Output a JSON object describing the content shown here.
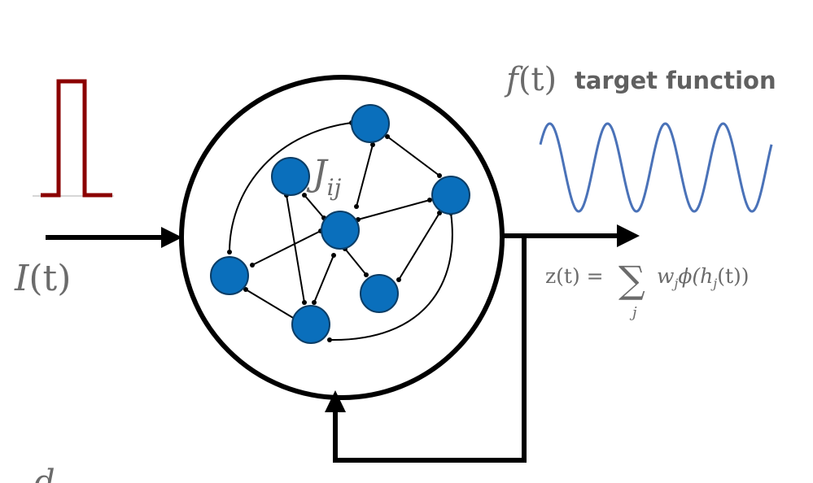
{
  "input": {
    "symbol": "I",
    "arg": "(t)"
  },
  "target": {
    "symbol": "f",
    "arg": "(t)",
    "caption": "target function"
  },
  "weights": {
    "symbol": "J",
    "subscript": "ij"
  },
  "readout": {
    "lhs": "z(t) = ",
    "sum": "∑",
    "sum_index": "j",
    "term_w": "w",
    "term_w_sub": "j",
    "term_phi": "ϕ(h",
    "term_h_sub": "j",
    "term_tail": "(t))"
  },
  "corner": {
    "glyph": "d"
  },
  "colors": {
    "pulse": "#8b0000",
    "sine": "#4a72b8",
    "node_fill": "#0a6fbc",
    "node_stroke": "#0b3d66",
    "line": "#000000",
    "math": "#6b6b6b",
    "caption": "#606060"
  }
}
